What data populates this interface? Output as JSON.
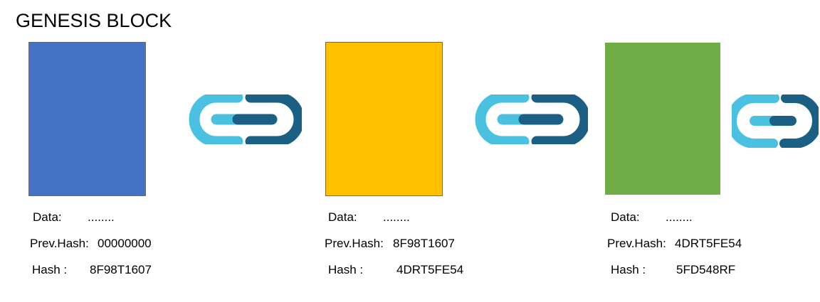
{
  "title": "GENESIS BLOCK",
  "colors": {
    "block1": "#4472C4",
    "block2": "#FFC000",
    "block3": "#70AD47",
    "link_light": "#4AC1E0",
    "link_dark": "#1B5F85"
  },
  "icons": [
    "chain-link-icon",
    "chain-link-icon",
    "chain-link-icon"
  ],
  "blocks": [
    {
      "data_label": "Data:",
      "data_value": "........",
      "prev_label": "Prev.Hash:",
      "prev_value": "00000000",
      "hash_label": "Hash :",
      "hash_value": "8F98T1607"
    },
    {
      "data_label": "Data:",
      "data_value": "........",
      "prev_label": "Prev.Hash:",
      "prev_value": "8F98T1607",
      "hash_label": "Hash :",
      "hash_value": "4DRT5FE54"
    },
    {
      "data_label": "Data:",
      "data_value": "........",
      "prev_label": "Prev.Hash:",
      "prev_value": "4DRT5FE54",
      "hash_label": "Hash :",
      "hash_value": "5FD548RF"
    }
  ]
}
